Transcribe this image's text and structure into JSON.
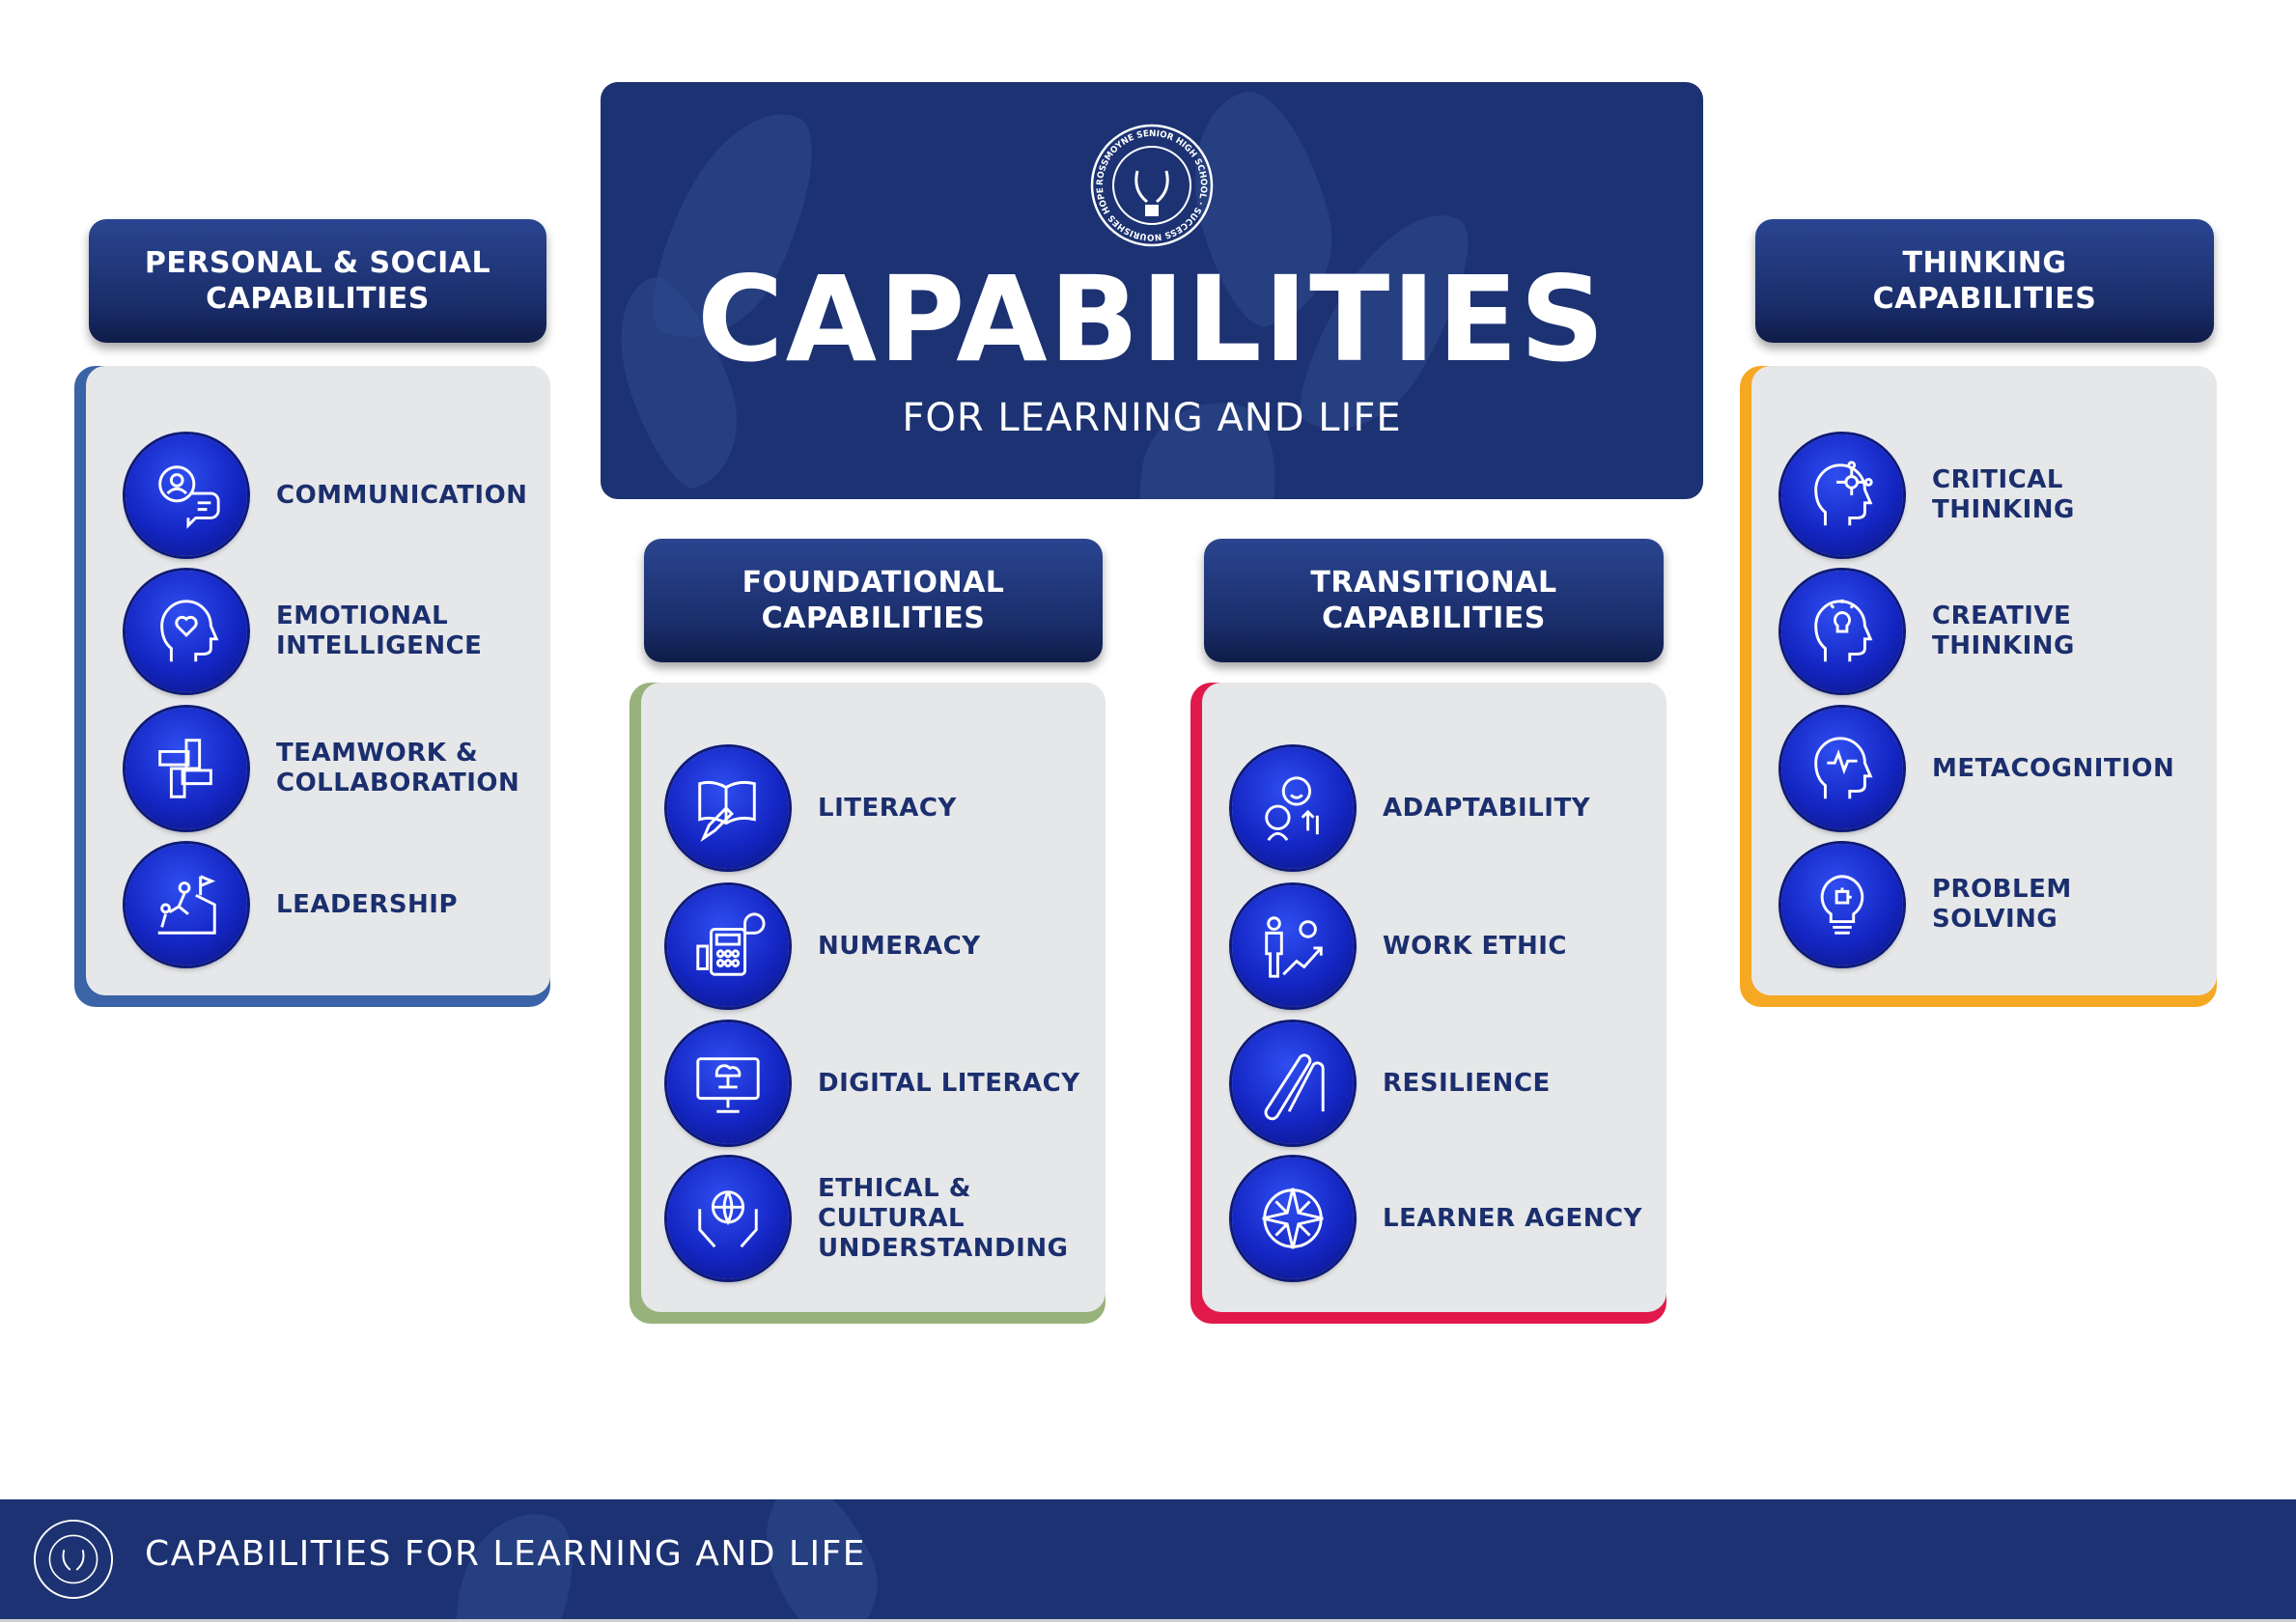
{
  "header": {
    "crest_text": "ROSSMOYNE SENIOR HIGH SCHOOL · SUCCESS NOURISHES HOPE",
    "title": "CAPABILITIES",
    "subtitle": "FOR LEARNING AND LIFE"
  },
  "colors": {
    "navy": "#1c3272",
    "personal": "#3a63a8",
    "foundational": "#97b27a",
    "transitional": "#e0194a",
    "thinking": "#f7a823",
    "card": "#e6e7e9"
  },
  "groups": [
    {
      "title": "PERSONAL & SOCIAL CAPABILITIES",
      "items": [
        {
          "label": "COMMUNICATION",
          "icon": "speech-person-icon"
        },
        {
          "label": "EMOTIONAL INTELLIGENCE",
          "icon": "head-heart-icon"
        },
        {
          "label": "TEAMWORK & COLLABORATION",
          "icon": "hands-together-icon"
        },
        {
          "label": "LEADERSHIP",
          "icon": "climb-flag-icon"
        }
      ]
    },
    {
      "title": "FOUNDATIONAL CAPABILITIES",
      "items": [
        {
          "label": "LITERACY",
          "icon": "book-pencil-icon"
        },
        {
          "label": "NUMERACY",
          "icon": "calculator-icon"
        },
        {
          "label": "DIGITAL LITERACY",
          "icon": "monitor-cloud-icon"
        },
        {
          "label": "ETHICAL & CULTURAL UNDERSTANDING",
          "icon": "globe-hands-icon"
        }
      ]
    },
    {
      "title": "TRANSITIONAL CAPABILITIES",
      "items": [
        {
          "label": "ADAPTABILITY",
          "icon": "faces-arrows-icon"
        },
        {
          "label": "WORK ETHIC",
          "icon": "person-growth-icon"
        },
        {
          "label": "RESILIENCE",
          "icon": "bent-bars-icon"
        },
        {
          "label": "LEARNER AGENCY",
          "icon": "compass-icon"
        }
      ]
    },
    {
      "title": "THINKING CAPABILITIES",
      "items": [
        {
          "label": "CRITICAL THINKING",
          "icon": "head-network-icon"
        },
        {
          "label": "CREATIVE THINKING",
          "icon": "head-bulb-icon"
        },
        {
          "label": "METACOGNITION",
          "icon": "head-brainwave-icon"
        },
        {
          "label": "PROBLEM SOLVING",
          "icon": "bulb-puzzle-icon"
        }
      ]
    }
  ],
  "footer": {
    "text": "CAPABILITIES FOR LEARNING AND LIFE"
  }
}
